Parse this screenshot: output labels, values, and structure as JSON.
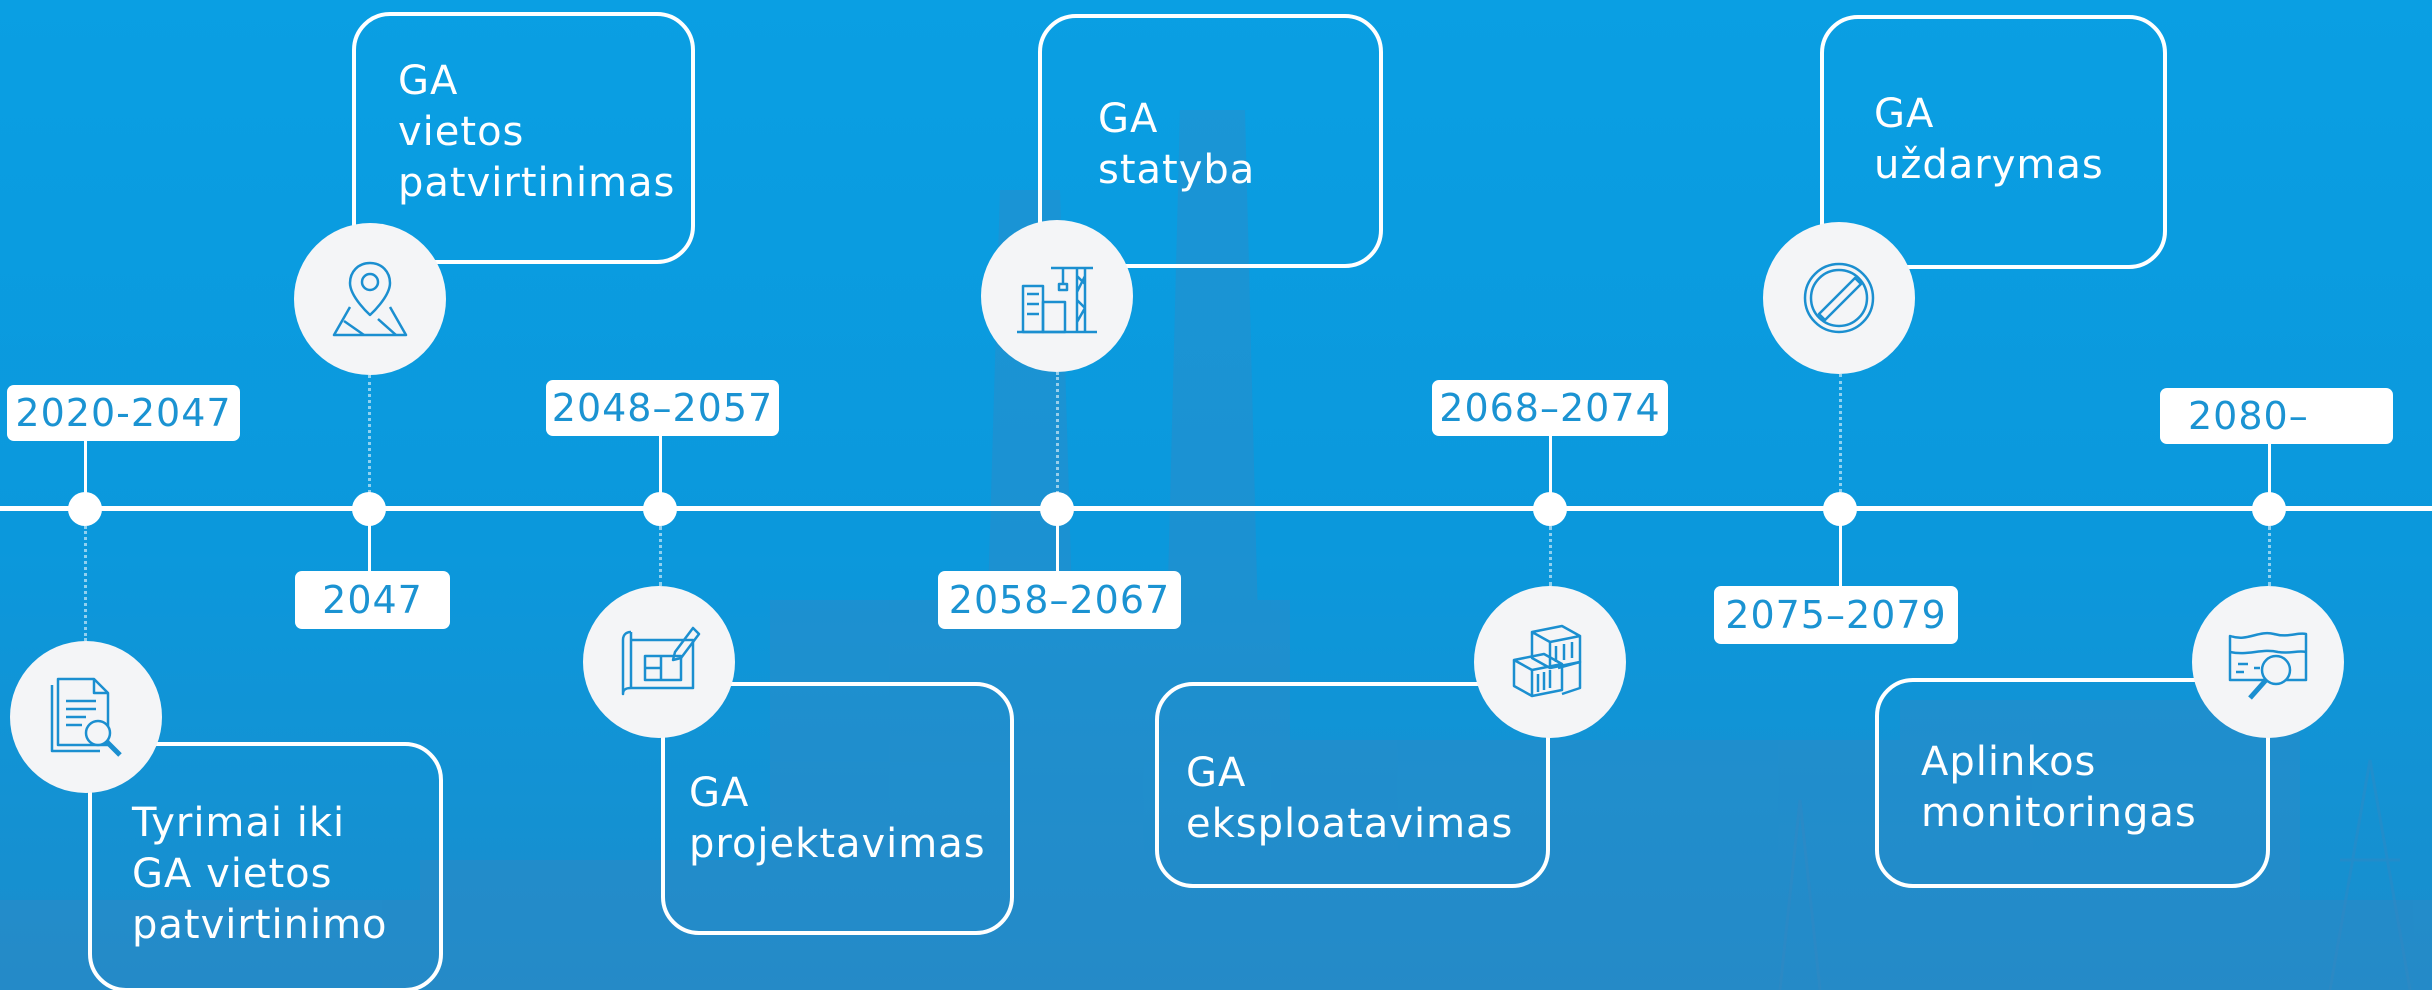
{
  "timeline": {
    "phases": [
      {
        "period": "2020-2047",
        "title_lines": [
          "Tyrimai iki",
          "GA vietos",
          "patvirtinimo"
        ],
        "icon": "document-search-icon"
      },
      {
        "period": "2047",
        "title_lines": [
          "GA",
          "vietos",
          "patvirtinimas"
        ],
        "icon": "map-pin-icon"
      },
      {
        "period": "2048–2057",
        "title_lines": [
          "GA",
          "projektavimas"
        ],
        "icon": "blueprint-icon"
      },
      {
        "period": "2058–2067",
        "title_lines": [
          "GA",
          "statyba"
        ],
        "icon": "construction-crane-icon"
      },
      {
        "period": "2068–2074",
        "title_lines": [
          "GA",
          "eksploatavimas"
        ],
        "icon": "containers-icon"
      },
      {
        "period": "2075–2079",
        "title_lines": [
          "GA",
          "uždarymas"
        ],
        "icon": "closure-sign-icon"
      },
      {
        "period": "2080–",
        "title_lines": [
          "Aplinkos",
          "monitoringas"
        ],
        "icon": "ground-inspection-icon"
      }
    ]
  },
  "colors": {
    "background": "#0a9fe3",
    "foreground": "#ffffff",
    "label_text": "#1b93d2",
    "icon_stroke": "#1b8fd0"
  }
}
